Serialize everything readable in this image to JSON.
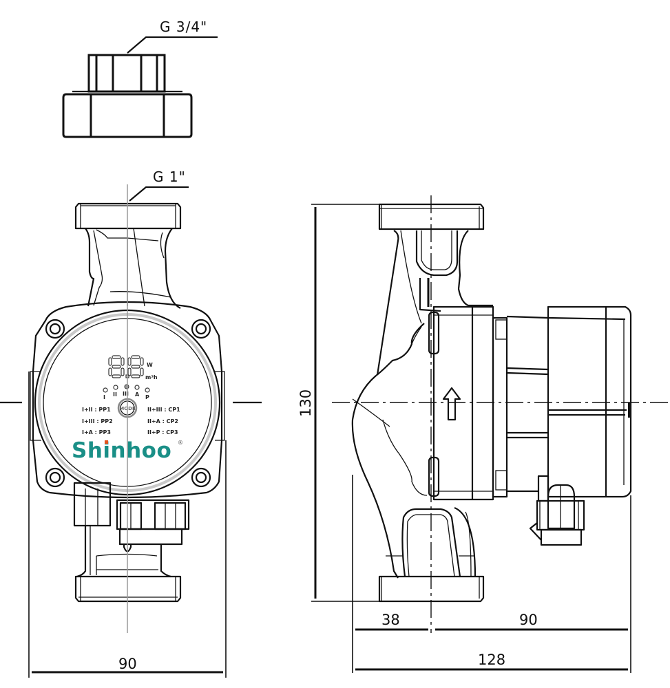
{
  "drawing": {
    "title": "Circulation pump dimensional drawing",
    "colors": {
      "line": "#111111",
      "brand": "#1a8f87",
      "brand_dot": "#e5541e",
      "ring": "#c8c8c8"
    }
  },
  "labels": {
    "union_thread": "G 3/4\"",
    "pump_thread": "G 1\""
  },
  "front_view": {
    "brand": "Shinhoo",
    "registered": "®",
    "mode_button": "MODE",
    "indicators": [
      "I",
      "II",
      "III",
      "A",
      "P"
    ],
    "mode_table_left": [
      "I+II : PP1",
      "I+III : PP2",
      "I+A : PP3"
    ],
    "mode_table_right": [
      "II+III : CP1",
      "II+A : CP2",
      "II+P : CP3"
    ]
  },
  "dimensions": {
    "front_width": "90",
    "side_height": "130",
    "side_inlet_offset": "38",
    "side_motor_depth": "90",
    "side_total_depth": "128"
  }
}
